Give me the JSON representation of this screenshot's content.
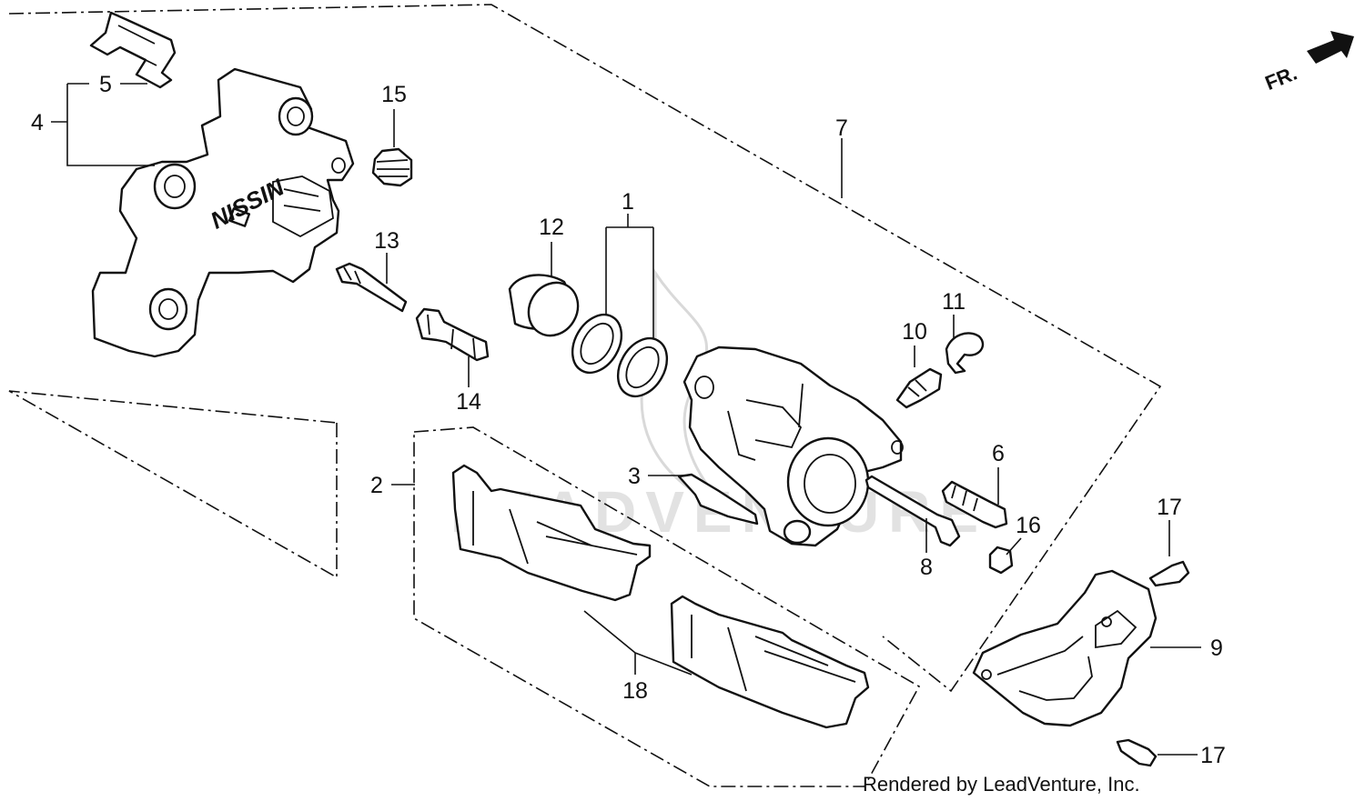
{
  "diagram": {
    "callouts": {
      "c1": "1",
      "c2": "2",
      "c3": "3",
      "c4": "4",
      "c5": "5",
      "c6": "6",
      "c7": "7",
      "c8": "8",
      "c9": "9",
      "c10": "10",
      "c11": "11",
      "c12": "12",
      "c13": "13",
      "c14": "14",
      "c15": "15",
      "c16": "16",
      "c17a": "17",
      "c17b": "17",
      "c18": "18"
    },
    "direction_label": "FR.",
    "credit": "Rendered by LeadVenture, Inc.",
    "watermark": "LEADVENTURE"
  },
  "colors": {
    "ink": "#111111",
    "background": "#ffffff",
    "watermark": "#e2e2e2"
  },
  "icons": {
    "front_direction": "arrow-right-icon"
  }
}
